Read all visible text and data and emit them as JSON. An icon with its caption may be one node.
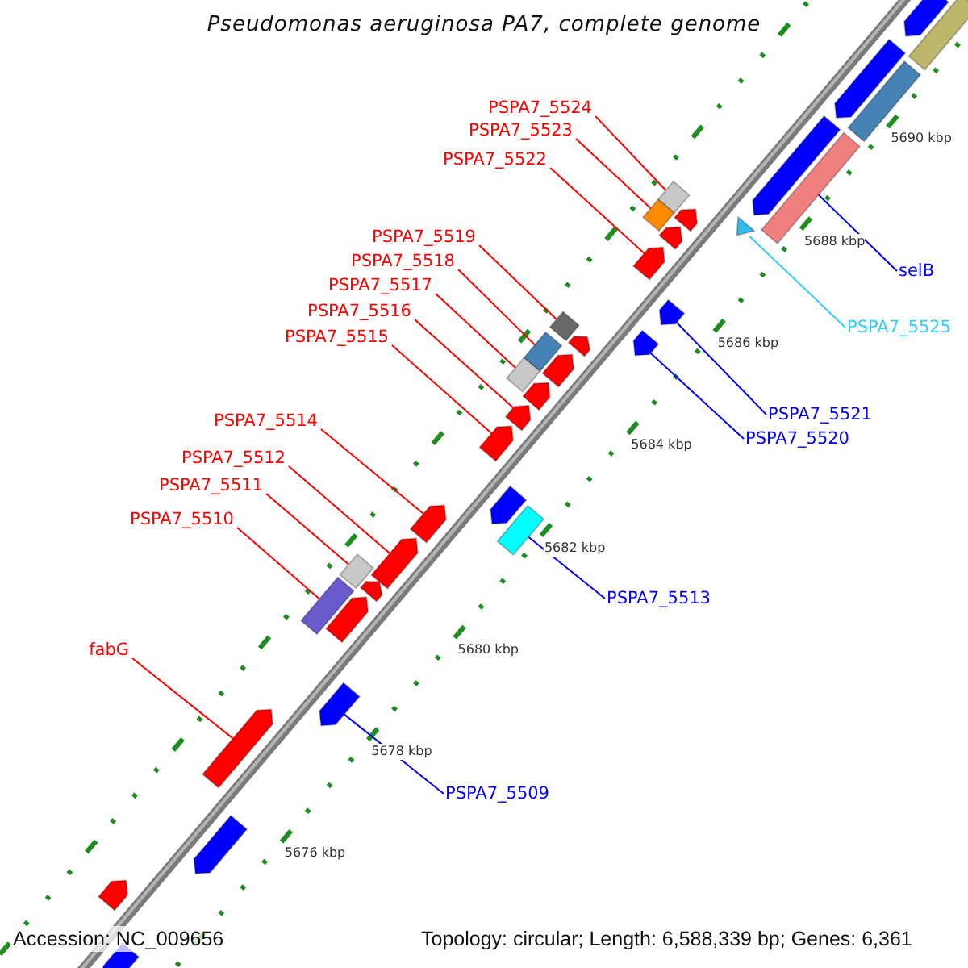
{
  "diagram": {
    "title": "Pseudomonas aeruginosa PA7, complete genome",
    "nodes": [
      {
        "text": [
          "PSPA7_5524"
        ]
      },
      {
        "text": [
          "PSPA7_5523"
        ]
      },
      {
        "text": [
          "PSPA7_5522"
        ]
      },
      {
        "text": [
          "PSPA7_5519"
        ]
      },
      {
        "text": [
          "PSPA7_5518"
        ]
      },
      {
        "text": [
          "PSPA7_5517"
        ]
      },
      {
        "text": [
          "PSPA7_5516"
        ]
      },
      {
        "text": [
          "PSPA7_5515"
        ]
      },
      {
        "text": [
          "PSPA7_5514"
        ]
      },
      {
        "text": [
          "PSPA7_5512"
        ]
      },
      {
        "text": [
          "PSPA7_5511"
        ]
      },
      {
        "text": [
          "PSPA7_5510"
        ]
      },
      {
        "text": [
          "fabG"
        ]
      },
      {
        "text": [
          "selB"
        ]
      },
      {
        "text": [
          "PSPA7_5525"
        ]
      },
      {
        "text": [
          "PSPA7_5521"
        ]
      },
      {
        "text": [
          "PSPA7_5520"
        ]
      },
      {
        "text": [
          "PSPA7_5513"
        ]
      },
      {
        "text": [
          "PSPA7_5509"
        ]
      },
      {
        "text": [],
        "shape": "bar"
      },
      {
        "text": [],
        "shape": "bar"
      },
      {
        "text": [],
        "shape": "bar"
      },
      {
        "text": [],
        "shape": "bar"
      },
      {
        "text": [],
        "shape": "bar"
      },
      {
        "text": [],
        "shape": "bar"
      },
      {
        "text": [],
        "shape": "bar"
      },
      {
        "text": [],
        "shape": "bar"
      },
      {
        "text": [],
        "shape": "bar"
      },
      {
        "text": [],
        "shape": "bar"
      },
      {
        "text": [],
        "shape": "bar"
      },
      {
        "text": [],
        "shape": "bar"
      },
      {
        "text": [],
        "shape": "bar"
      },
      {
        "text": [],
        "shape": "bar"
      },
      {
        "text": [],
        "shape": "bar"
      },
      {
        "text": [],
        "shape": "bar"
      },
      {
        "text": [],
        "shape": "bar"
      },
      {
        "text": [],
        "shape": "bar"
      },
      {
        "text": [],
        "shape": "bar"
      },
      {
        "text": [],
        "shape": "bar"
      },
      {
        "text": [],
        "shape": "bar"
      },
      {
        "text": [],
        "shape": "bar"
      },
      {
        "text": [],
        "shape": "bar"
      },
      {
        "text": [],
        "shape": "bar"
      },
      {
        "text": [],
        "shape": "bar"
      },
      {
        "text": [],
        "shape": "bar"
      },
      {
        "text": [],
        "shape": "bar"
      },
      {
        "text": [],
        "shape": "bar"
      },
      {
        "text": [],
        "shape": "bar"
      },
      {
        "text": [],
        "shape": "bar"
      },
      {
        "text": [],
        "shape": "bar"
      },
      {
        "text": [],
        "shape": "bar"
      },
      {
        "text": [],
        "shape": "bar"
      },
      {
        "text": [],
        "shape": "bar"
      },
      {
        "text": [],
        "shape": "bar"
      }
    ],
    "edges": [
      {
        "from": 0,
        "to": 26,
        "arrow": "none"
      },
      {
        "from": 1,
        "to": 27,
        "arrow": "none"
      },
      {
        "from": 2,
        "to": 30,
        "arrow": "none"
      },
      {
        "from": 3,
        "to": 33,
        "arrow": "none"
      },
      {
        "from": 4,
        "to": 35,
        "arrow": "none"
      },
      {
        "from": 5,
        "to": 37,
        "arrow": "none"
      },
      {
        "from": 6,
        "to": 39,
        "arrow": "none"
      },
      {
        "from": 7,
        "to": 40,
        "arrow": "none"
      },
      {
        "from": 8,
        "to": 43,
        "arrow": "none"
      },
      {
        "from": 9,
        "to": 44,
        "arrow": "none"
      },
      {
        "from": 10,
        "to": 45,
        "arrow": "none"
      },
      {
        "from": 11,
        "to": 47,
        "arrow": "none"
      },
      {
        "from": 12,
        "to": 50,
        "arrow": "none"
      },
      {
        "from": 13,
        "to": 24,
        "arrow": "none",
        "color": "#0000ff"
      },
      {
        "from": 14,
        "to": 25,
        "arrow": "none",
        "color": "#33ccff"
      },
      {
        "from": 15,
        "to": 31,
        "arrow": "none",
        "color": "#0000ff"
      },
      {
        "from": 16,
        "to": 32,
        "arrow": "none",
        "color": "#0000ff"
      },
      {
        "from": 17,
        "to": 42,
        "arrow": "none",
        "color": "#0000ff"
      },
      {
        "from": 18,
        "to": 49,
        "arrow": "none",
        "color": "#0000ff"
      }
    ],
    "labels": [
      "5690 kbp",
      "5688 kbp",
      "5686 kbp",
      "5684 kbp",
      "5682 kbp",
      "5680 kbp",
      "5678 kbp",
      "5676 kbp",
      "Accession: NC_009656",
      "Topology: circular; Length: 6,588,339 bp; Genes: 6,361"
    ]
  }
}
